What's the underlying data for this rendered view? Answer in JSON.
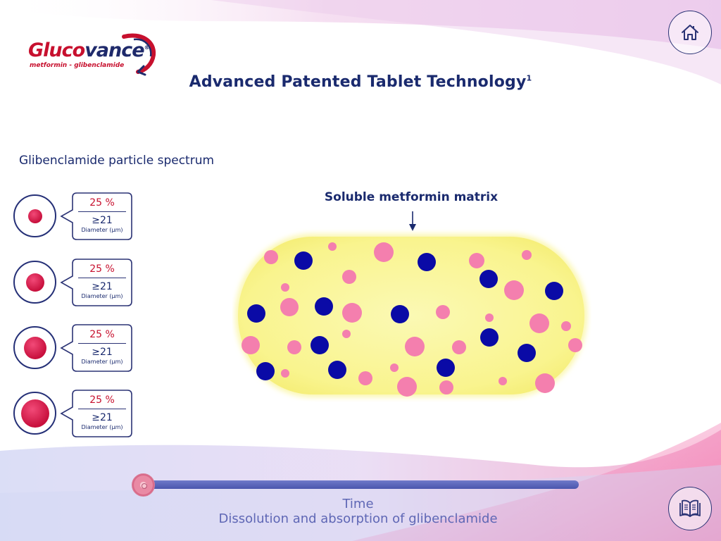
{
  "brand": {
    "logo_part1": "Gluco",
    "logo_part2": "vance",
    "logo_reg": "®",
    "logo_sub": "metformin - glibenclamide"
  },
  "header": {
    "title": "Advanced Patented Tablet Technology",
    "title_sup": "1",
    "home_icon": "home-icon"
  },
  "particle_panel": {
    "label": "Glibenclamide particle spectrum",
    "rows": [
      {
        "pct": "25 %",
        "value": "≥21",
        "unit": "Diameter (µm)"
      },
      {
        "pct": "25 %",
        "value": "≥21",
        "unit": "Diameter (µm)"
      },
      {
        "pct": "25 %",
        "value": "≥21",
        "unit": "Diameter (µm)"
      },
      {
        "pct": "25 %",
        "value": "≥21",
        "unit": "Diameter (µm)"
      }
    ]
  },
  "matrix": {
    "label": "Soluble metformin matrix"
  },
  "timeline": {
    "time_label": "Time",
    "caption": "Dissolution and absorption of glibenclamide",
    "progress": 0
  },
  "footer": {
    "book_icon": "book-icon"
  },
  "colors": {
    "navy": "#1a2a6e",
    "brand_red": "#c7102e",
    "matrix_yellow": "#f9f59a",
    "pink_particle": "#f47fae",
    "blue_particle": "#0a0aa6"
  }
}
